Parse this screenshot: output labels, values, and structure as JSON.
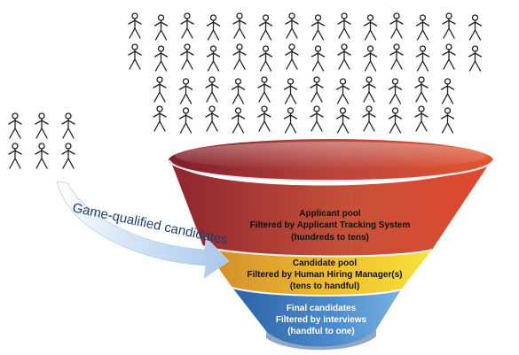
{
  "arrow": {
    "label": "Game-qualified candidates"
  },
  "funnel": {
    "tiers": [
      {
        "id": "applicant-pool",
        "lines": [
          "Applicant pool",
          "Filtered by Applicant Tracking System",
          "(hundreds to tens)"
        ]
      },
      {
        "id": "candidate-pool",
        "lines": [
          "Candidate pool",
          "Filtered by Human Hiring Manager(s)",
          "(tens to handful)"
        ]
      },
      {
        "id": "final-candidates",
        "lines": [
          "Final candidates",
          "Filtered by interviews",
          "(handful to one)"
        ]
      }
    ]
  },
  "crowd": {
    "main_rows": [
      14,
      14,
      12,
      12
    ],
    "side_rows": [
      3,
      3
    ]
  },
  "colors": {
    "top_rim_left": "#7e1d2a",
    "top_rim_mid": "#c24a3c",
    "top_rim_right": "#e0502f",
    "applicant_left": "#8e2430",
    "applicant_right": "#e1482c",
    "candidate_left": "#d9962d",
    "candidate_right": "#f2da2c",
    "final_left": "#2f6fb3",
    "final_right": "#6aa6dc",
    "arrow_fill": "#c9ddf2",
    "arrow_text": "#1f3f6e",
    "figure_stroke": "#222222",
    "label_text": "#111111"
  }
}
